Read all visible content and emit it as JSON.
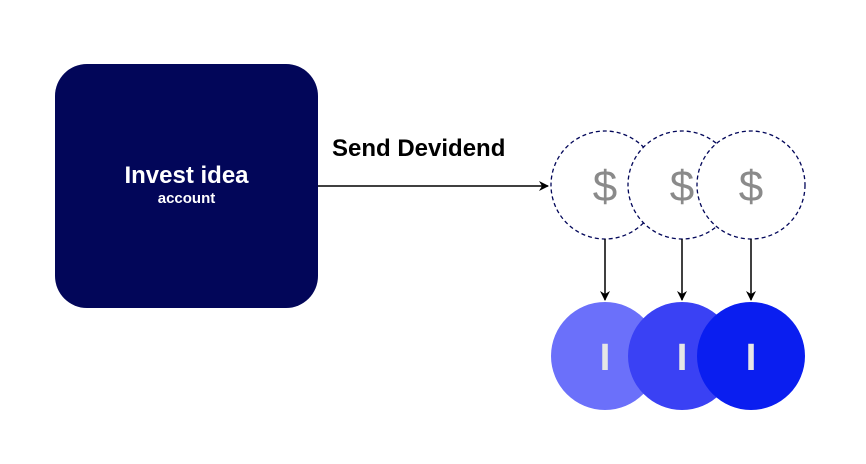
{
  "account": {
    "title": "Invest idea",
    "subtitle": "account"
  },
  "edge": {
    "label": "Send Devidend"
  },
  "dividend_coins": [
    {
      "symbol": "$"
    },
    {
      "symbol": "$"
    },
    {
      "symbol": "$"
    }
  ],
  "investors": [
    {
      "glyph": "I",
      "color": "#6b70fa"
    },
    {
      "glyph": "I",
      "color": "#3a41f4"
    },
    {
      "glyph": "I",
      "color": "#0a1ef0"
    }
  ],
  "colors": {
    "account_fill": "#020659",
    "coin_stroke": "#020659",
    "coin_symbol": "#8a8a8a",
    "arrow": "#000000"
  }
}
